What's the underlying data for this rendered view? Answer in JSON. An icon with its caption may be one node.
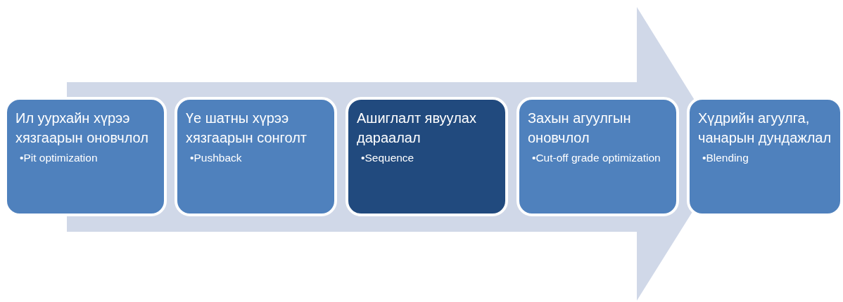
{
  "diagram": {
    "nodes": [
      {
        "text": [
          "Ил уурхайн хүрээ хязгаарын оновчлол",
          "•Pit optimization"
        ]
      },
      {
        "text": [
          "Үе шатны хүрээ хязгаарын сонголт",
          "•Pushback"
        ]
      },
      {
        "text": [
          "Ашиглалт явуулах дараалал",
          "•Sequence"
        ]
      },
      {
        "text": [
          "Захын агуулгын оновчлол",
          "•Cut-off grade optimization"
        ]
      },
      {
        "text": [
          "Хүдрийн агуулга, чанарын дундажлал",
          "•Blending"
        ]
      }
    ]
  }
}
